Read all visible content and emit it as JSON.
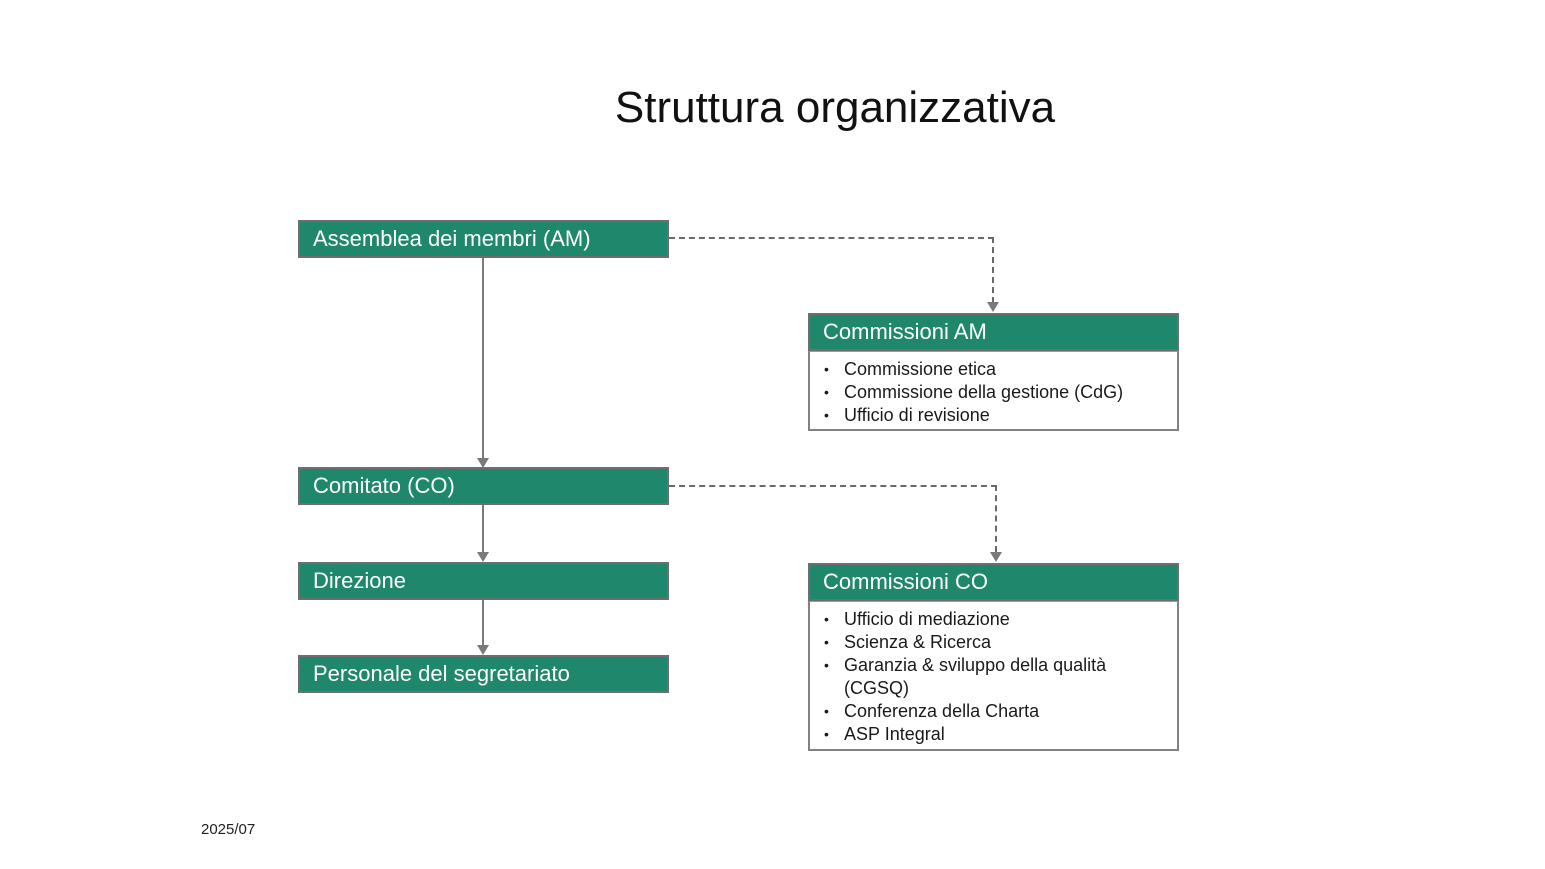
{
  "title": "Struttura organizzativa",
  "footer": "2025/07",
  "bullet": "•",
  "colors": {
    "box_green": "#1E876C",
    "box_border_gray": "#6e6e6e",
    "connector_gray": "#7a7a7a",
    "dashed_connector_gray": "#696969",
    "box_text_white": "#ffffff"
  },
  "org": {
    "main_chain": [
      {
        "label": "Assemblea dei membri (AM)"
      },
      {
        "label": "Comitato (CO)"
      },
      {
        "label": "Direzione"
      },
      {
        "label": "Personale del segretariato"
      }
    ],
    "commissions": [
      {
        "title": "Commissioni AM",
        "items": [
          "Commissione etica",
          "Commissione della gestione (CdG)",
          "Ufficio di revisione"
        ]
      },
      {
        "title": "Commissioni CO",
        "items": [
          "Ufficio di mediazione",
          "Scienza & Ricerca",
          "Garanzia & sviluppo della qualità (CGSQ)",
          "Conferenza della Charta",
          "ASP Integral"
        ]
      }
    ]
  }
}
